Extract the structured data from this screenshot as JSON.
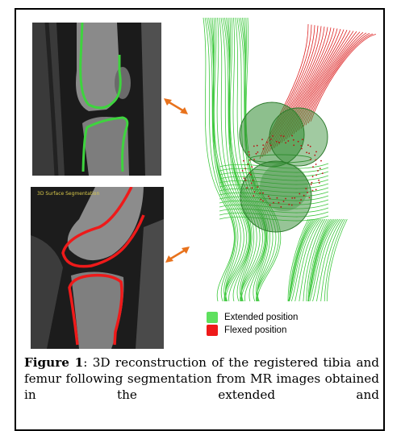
{
  "figure": {
    "legend": [
      {
        "label": "Extended position",
        "color": "#5ee05e"
      },
      {
        "label": "Flexed position",
        "color": "#ee1a1a"
      }
    ],
    "mri_tag": "3D Surface Segmentation",
    "caption": {
      "label": "Figure 1",
      "text": ": 3D reconstruction of the registered tibia and femur following segmentation from MR images obtained in the extended and"
    },
    "colors": {
      "extended": "#3ec83e",
      "flexed": "#dd2222",
      "arrow": "#e8721c",
      "border": "#000000"
    }
  }
}
